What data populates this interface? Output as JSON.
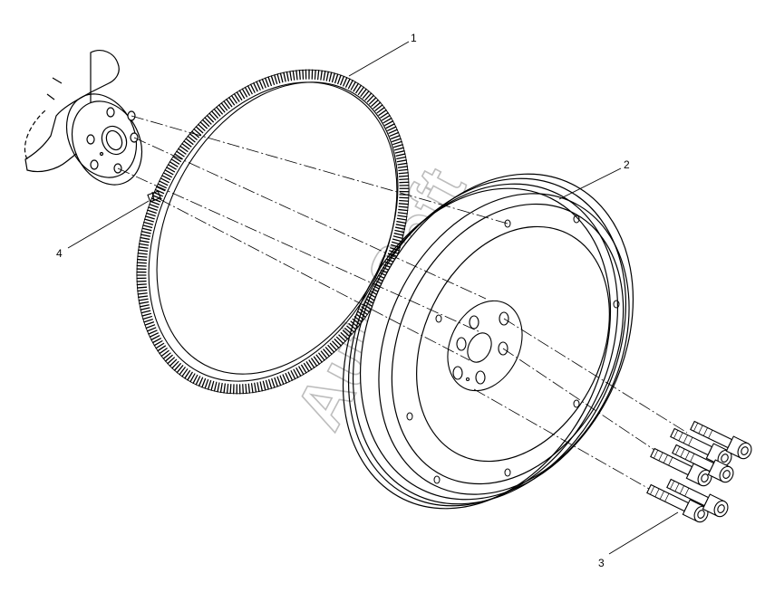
{
  "callouts": [
    {
      "id": "1",
      "part": "ring-gear"
    },
    {
      "id": "2",
      "part": "flywheel"
    },
    {
      "id": "3",
      "part": "flywheel-bolts"
    },
    {
      "id": "4",
      "part": "dowel-pin"
    }
  ],
  "watermark": "AutoSoft",
  "colors": {
    "line": "#000000",
    "background": "#ffffff",
    "watermark": "#bdbdbd"
  }
}
